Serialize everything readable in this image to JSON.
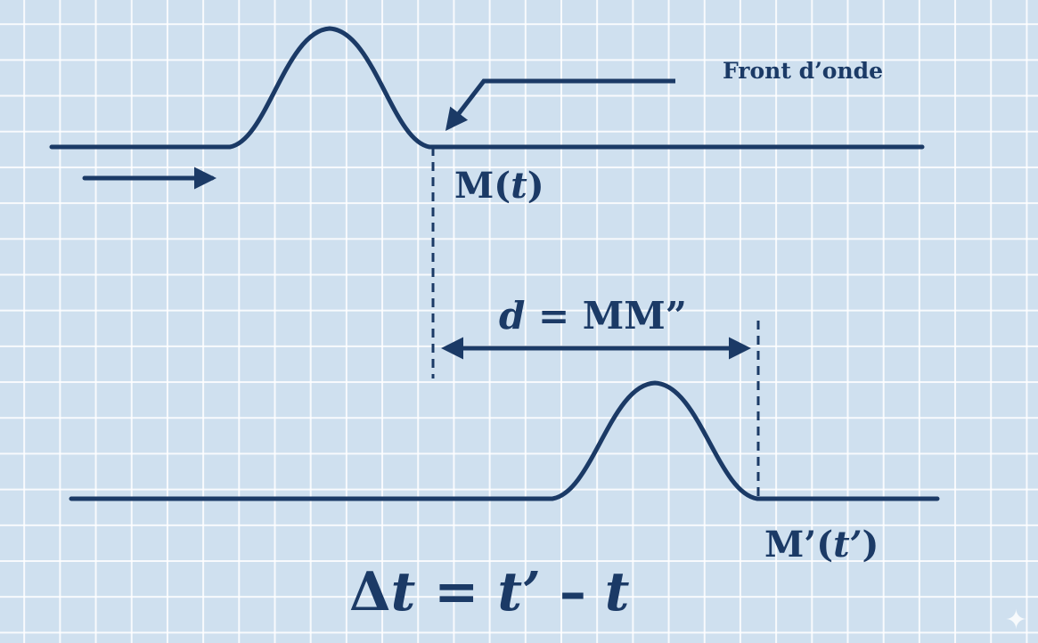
{
  "colors": {
    "ink": "#1b3a66",
    "background": "#cfe0ef",
    "grid": "#ffffff"
  },
  "labels": {
    "front": "Front d’onde",
    "m_point": {
      "letter": "M(",
      "var": "t",
      "close": ")"
    },
    "distance": {
      "var": "d",
      "rest": " = MM”"
    },
    "m_prime_point": {
      "letter": "M’(",
      "var": "t’",
      "close": ")"
    },
    "delta_t": {
      "delta": "Δ",
      "var1": "t",
      "eq": " = ",
      "var2": "t’",
      "minus": " – ",
      "var3": "t"
    }
  },
  "icons": {
    "propagation_arrow": "right-arrow-icon",
    "front_pointer": "bent-arrow-icon",
    "distance_arrow": "double-arrow-icon",
    "watermark": "sparkle-icon"
  }
}
